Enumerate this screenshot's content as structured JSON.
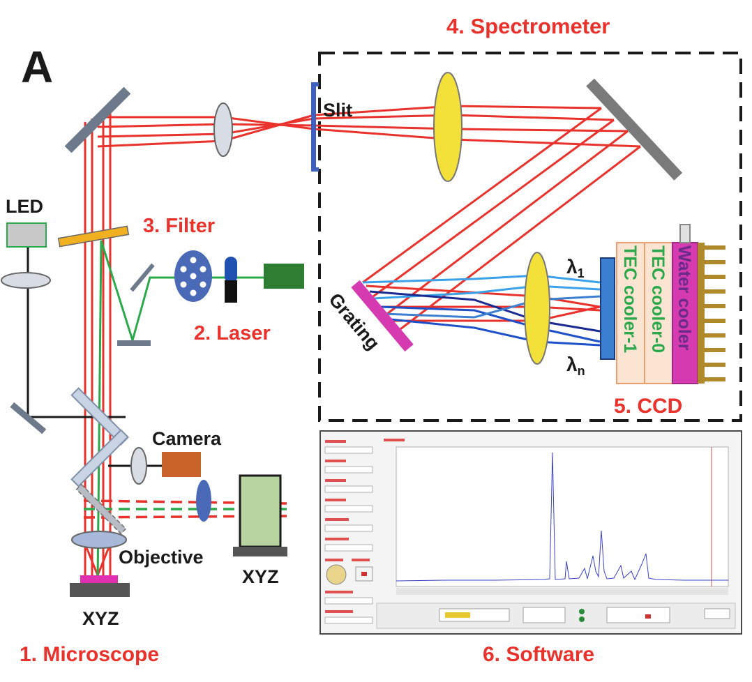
{
  "panel_letter": "A",
  "labels": {
    "spectrometer": "4. Spectrometer",
    "slit": "Slit",
    "led": "LED",
    "filter": "3. Filter",
    "laser": "2. Laser",
    "grating": "Grating",
    "lambda1": "λ",
    "lambda1_sub": "1",
    "lambdan": "λ",
    "lambdan_sub": "n",
    "tec1": "TEC cooler-1",
    "tec0": "TEC cooler-0",
    "water": "Water cooler",
    "ccd": "5. CCD",
    "camera": "Camera",
    "objective": "Objective",
    "xyz_left": "XYZ",
    "xyz_right": "XYZ",
    "microscope": "1. Microscope",
    "software": "6. Software"
  },
  "colors": {
    "label_red": "#e8322b",
    "beam_red": "#e8322b",
    "beam_green": "#2aa84a",
    "lens_yellow": "#f3e13a",
    "grating_magenta": "#d63ab0",
    "ccd_blue": "#3a7fd0",
    "laser_green": "#2e7d32",
    "camera_orange": "#c8642a",
    "water_magenta": "#d63ab0"
  }
}
